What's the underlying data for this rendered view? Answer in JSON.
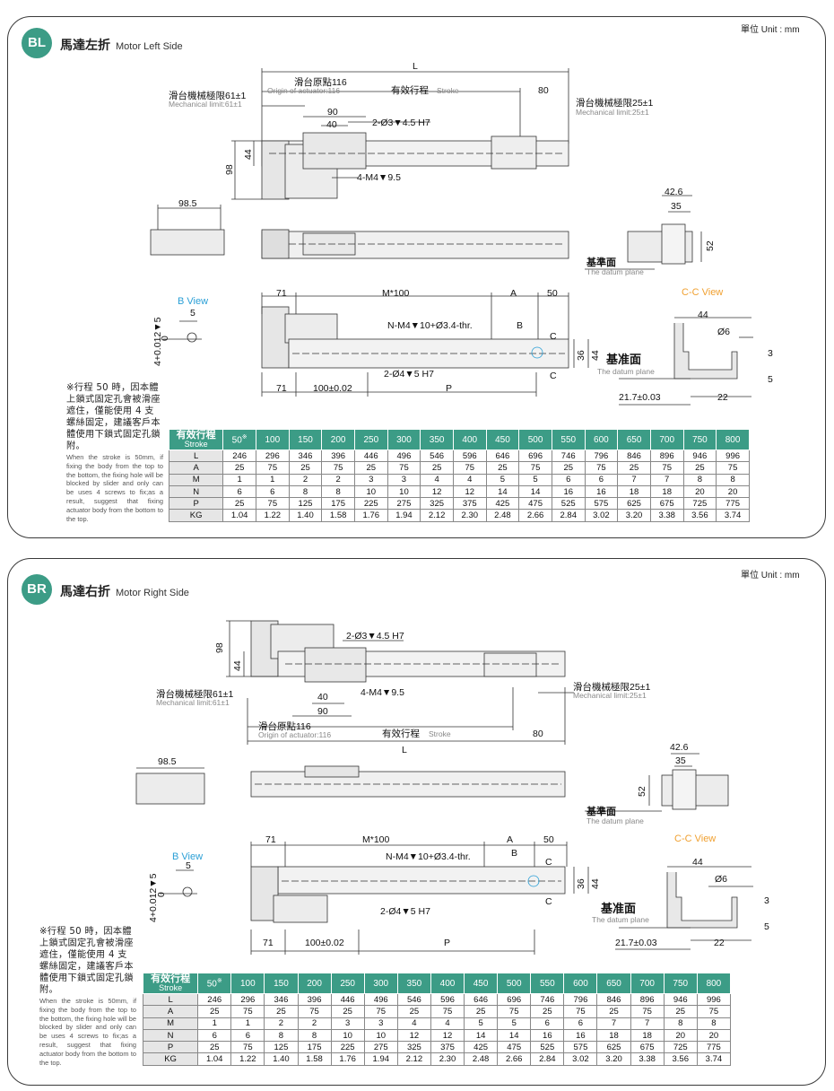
{
  "sections": [
    {
      "unit": "單位 Unit : mm",
      "badge": "BL",
      "title_zh": "馬達左折",
      "title_en": "Motor Left Side"
    },
    {
      "unit": "單位 Unit : mm",
      "badge": "BR",
      "title_zh": "馬達右折",
      "title_en": "Motor Right Side"
    }
  ],
  "drawing": {
    "L": "L",
    "origin_zh": "滑台原點116",
    "origin_en": "Origin of actuator:116",
    "stroke_zh": "有效行程",
    "stroke_en": "Stroke",
    "d80": "80",
    "mech_left_zh": "滑台機械極限61±1",
    "mech_left_en": "Mechanical limit:61±1",
    "mech_right_zh": "滑台機械極限25±1",
    "mech_right_en": "Mechanical limit:25±1",
    "d90": "90",
    "d40": "40",
    "hole_h7": "2-Ø3▼4.5 H7",
    "m4": "4-M4▼9.5",
    "d44": "44",
    "d98": "98",
    "d98_5": "98.5",
    "d42_6": "42.6",
    "d35": "35",
    "d52": "52",
    "datum_zh1": "基準面",
    "datum_en": "The datum plane",
    "d71": "71",
    "m100": "M*100",
    "A": "A",
    "d50": "50",
    "B": "B",
    "C": "C",
    "nm4": "N-M4▼10+Ø3.4-thr.",
    "d36": "36",
    "hole2": "2-Ø4▼5 H7",
    "d100": "100±0.02",
    "P": "P",
    "bview": "B View",
    "d5": "5",
    "tol": "4+0.012▼5",
    "tol0": "0",
    "ccview": "C-C View",
    "d6": "Ø6",
    "d3": "3",
    "datum_zh2": "基准面",
    "d21_7": "21.7±0.03",
    "d22": "22"
  },
  "note": {
    "zh": "※行程 50 時，因本體上鎖式固定孔會被滑座遮住，僅能使用 4 支螺絲固定，建議客戶本體使用下鎖式固定孔鎖附。",
    "en": "When the stroke is 50mm, if fixing the body from the top to the bottom, the fixing hole will be blocked by slider and only can be uses 4 screws to fix;as a result, suggest that fixing actuator body from the bottom to the top."
  },
  "table": {
    "header_zh": "有效行程",
    "header_en": "Stroke",
    "mark": "※",
    "strokes": [
      "50",
      "100",
      "150",
      "200",
      "250",
      "300",
      "350",
      "400",
      "450",
      "500",
      "550",
      "600",
      "650",
      "700",
      "750",
      "800"
    ],
    "rows": [
      {
        "label": "L",
        "values": [
          "246",
          "296",
          "346",
          "396",
          "446",
          "496",
          "546",
          "596",
          "646",
          "696",
          "746",
          "796",
          "846",
          "896",
          "946",
          "996"
        ]
      },
      {
        "label": "A",
        "values": [
          "25",
          "75",
          "25",
          "75",
          "25",
          "75",
          "25",
          "75",
          "25",
          "75",
          "25",
          "75",
          "25",
          "75",
          "25",
          "75"
        ]
      },
      {
        "label": "M",
        "values": [
          "1",
          "1",
          "2",
          "2",
          "3",
          "3",
          "4",
          "4",
          "5",
          "5",
          "6",
          "6",
          "7",
          "7",
          "8",
          "8"
        ]
      },
      {
        "label": "N",
        "values": [
          "6",
          "6",
          "8",
          "8",
          "10",
          "10",
          "12",
          "12",
          "14",
          "14",
          "16",
          "16",
          "18",
          "18",
          "20",
          "20"
        ]
      },
      {
        "label": "P",
        "values": [
          "25",
          "75",
          "125",
          "175",
          "225",
          "275",
          "325",
          "375",
          "425",
          "475",
          "525",
          "575",
          "625",
          "675",
          "725",
          "775"
        ]
      },
      {
        "label": "KG",
        "values": [
          "1.04",
          "1.22",
          "1.40",
          "1.58",
          "1.76",
          "1.94",
          "2.12",
          "2.30",
          "2.48",
          "2.66",
          "2.84",
          "3.02",
          "3.20",
          "3.38",
          "3.56",
          "3.74"
        ]
      }
    ]
  },
  "colors": {
    "accent": "#3c9c86",
    "bview": "#2a9fd6",
    "ccview": "#f0a030"
  }
}
